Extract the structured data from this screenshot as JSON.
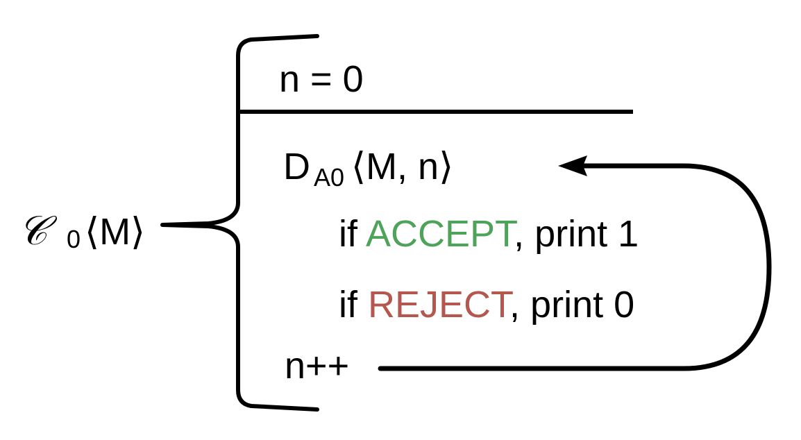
{
  "machine": {
    "symbol": "𝒞",
    "subscript": "0",
    "argument": "⟨M⟩"
  },
  "init": "n = 0",
  "call": {
    "name": "D",
    "subscript": "A0",
    "args": " ⟨M, n⟩"
  },
  "accept_line": {
    "prefix": "if ",
    "keyword": "ACCEPT",
    "suffix": ", print 1"
  },
  "reject_line": {
    "prefix": "if ",
    "keyword": "REJECT",
    "suffix": ", print 0"
  },
  "increment": "n++",
  "colors": {
    "accept": "#4ea35a",
    "reject": "#b3574f",
    "ink": "#000000"
  },
  "icons": {
    "brace": "left-curly-brace",
    "loop": "loop-arrow"
  }
}
